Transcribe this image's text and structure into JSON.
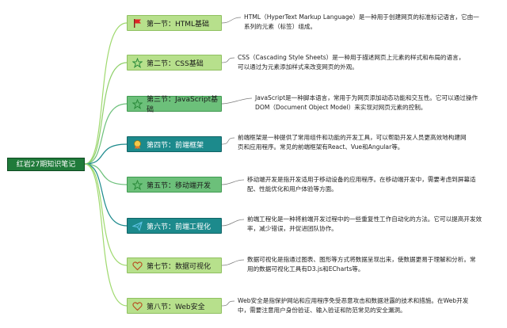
{
  "root": {
    "label": "红岩27期知识笔记"
  },
  "colors": {
    "light": "#b7e08c",
    "mid": "#6cc07a",
    "teal": "#1c8a8c",
    "root": "#1f7a3a",
    "branch": "#8dd06a"
  },
  "sections": [
    {
      "label": "第一节：HTML基础",
      "icon": "red-flag-icon",
      "style": "light",
      "desc": "HTML（HyperText Markup Language）是一种用于创建网页的标准标记语言，它由一系列的元素（标签）组成。"
    },
    {
      "label": "第二节：CSS基础",
      "icon": "star-icon",
      "style": "light",
      "desc": "CSS（Cascading Style Sheets）是一种用于描述网页上元素的样式和布局的语言，可以通过为元素添加样式来改变网页的外观。"
    },
    {
      "label": "第三节：JavaScript基础",
      "icon": "star-icon",
      "style": "mid",
      "desc": "JavaScript是一种脚本语言，常用于为网页添加动态功能和交互性。它可以通过操作DOM（Document Object Model）来实现对网页元素的控制。"
    },
    {
      "label": "第四节：前端框架",
      "icon": "badge-icon",
      "style": "teal",
      "desc": "前端框架是一种提供了常用组件和功能的开发工具，可以帮助开发人员更高效地构建网页和应用程序。常见的前端框架有React、Vue和Angular等。"
    },
    {
      "label": "第五节：移动端开发",
      "icon": "star-icon",
      "style": "mid",
      "desc": "移动端开发是指开发适用于移动设备的应用程序。在移动端开发中，需要考虑到屏幕适配、性能优化和用户体验等方面。"
    },
    {
      "label": "第六节：前端工程化",
      "icon": "send-icon",
      "style": "teal",
      "desc": "前端工程化是一种将前端开发过程中的一些重复性工作自动化的方法。它可以提高开发效率，减少错误，并促进团队协作。"
    },
    {
      "label": "第七节：数据可视化",
      "icon": "heart-icon",
      "style": "light",
      "desc": "数据可视化是指通过图表、图形等方式将数据呈现出来，使数据更易于理解和分析。常用的数据可视化工具有D3.js和ECharts等。"
    },
    {
      "label": "第八节：Web安全",
      "icon": "heart-icon",
      "style": "light",
      "desc": "Web安全是指保护网站和应用程序免受恶意攻击和数据泄露的技术和措施。在Web开发中，需要注意用户身份验证、输入验证和防范常见的安全漏洞。"
    }
  ]
}
